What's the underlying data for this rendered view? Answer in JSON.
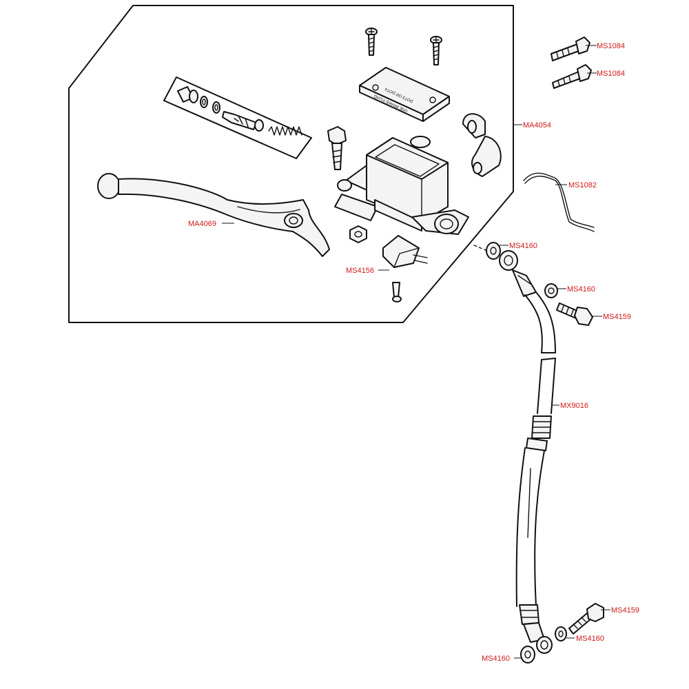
{
  "colors": {
    "label": "#d01818",
    "line": "#111111",
    "background": "#ffffff"
  },
  "reservoir_cap_text": [
    "USE BRAKE FLUID",
    "DOT3 OR DOT4"
  ],
  "callouts": [
    {
      "id": "ms1084-a",
      "label": "MS1084"
    },
    {
      "id": "ms1084-b",
      "label": "MS1084"
    },
    {
      "id": "ma4054",
      "label": "MA4054"
    },
    {
      "id": "ms1082",
      "label": "MS1082"
    },
    {
      "id": "ma4069",
      "label": "MA4069"
    },
    {
      "id": "ms4160-a",
      "label": "MS4160"
    },
    {
      "id": "ms4156",
      "label": "MS4156"
    },
    {
      "id": "ms4160-b",
      "label": "MS4160"
    },
    {
      "id": "ms4159-a",
      "label": "MS4159"
    },
    {
      "id": "mx9016",
      "label": "MX9016"
    },
    {
      "id": "ms4159-b",
      "label": "MS4159"
    },
    {
      "id": "ms4160-c",
      "label": "MS4160"
    },
    {
      "id": "ms4160-d",
      "label": "MS4160"
    }
  ]
}
